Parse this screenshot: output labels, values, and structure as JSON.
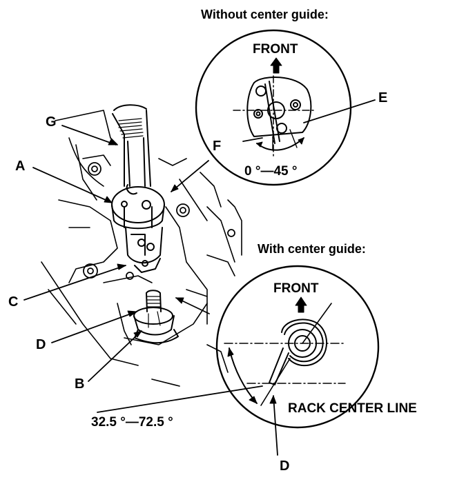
{
  "titles": {
    "without_center_guide": "Without center guide:",
    "with_center_guide": "With center guide:"
  },
  "labels": {
    "front_top": "FRONT",
    "front_bottom": "FRONT",
    "angle_top": "0 °—45 °",
    "angle_bottom": "32.5 °—72.5 °",
    "rack_center_line": "RACK CENTER LINE",
    "callout_a": "A",
    "callout_b": "B",
    "callout_c": "C",
    "callout_d_left": "D",
    "callout_d_bottom": "D",
    "callout_e": "E",
    "callout_f": "F",
    "callout_g": "G"
  },
  "colors": {
    "ink": "#000000",
    "paper": "#ffffff"
  }
}
